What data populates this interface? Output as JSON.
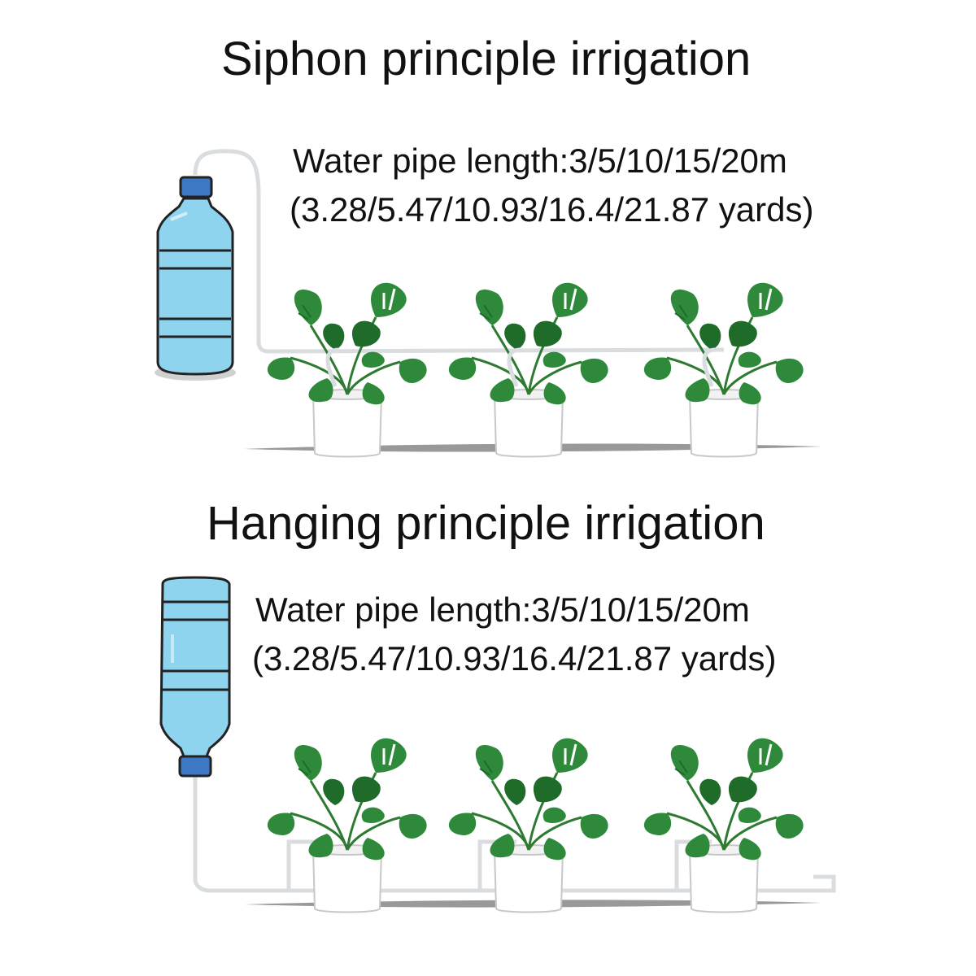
{
  "sections": [
    {
      "id": "siphon",
      "title": "Siphon principle irrigation",
      "pipe_length": "Water pipe length:3/5/10/15/20m",
      "pipe_length_yards": "(3.28/5.47/10.93/16.4/21.87 yards)",
      "bottle_orientation": "upright",
      "plant_count": 3
    },
    {
      "id": "hanging",
      "title": "Hanging principle irrigation",
      "pipe_length": "Water pipe length:3/5/10/15/20m",
      "pipe_length_yards": "(3.28/5.47/10.93/16.4/21.87 yards)",
      "bottle_orientation": "inverted",
      "plant_count": 3
    }
  ],
  "colors": {
    "bottle_body": "#8ed4ef",
    "bottle_cap": "#3d78c4",
    "bottle_outline": "#222222",
    "leaf": "#2e8a3a",
    "leaf_dark": "#1e6b2a",
    "pot": "#ffffff",
    "shadow": "#777777",
    "tube": "#d9dde0"
  }
}
